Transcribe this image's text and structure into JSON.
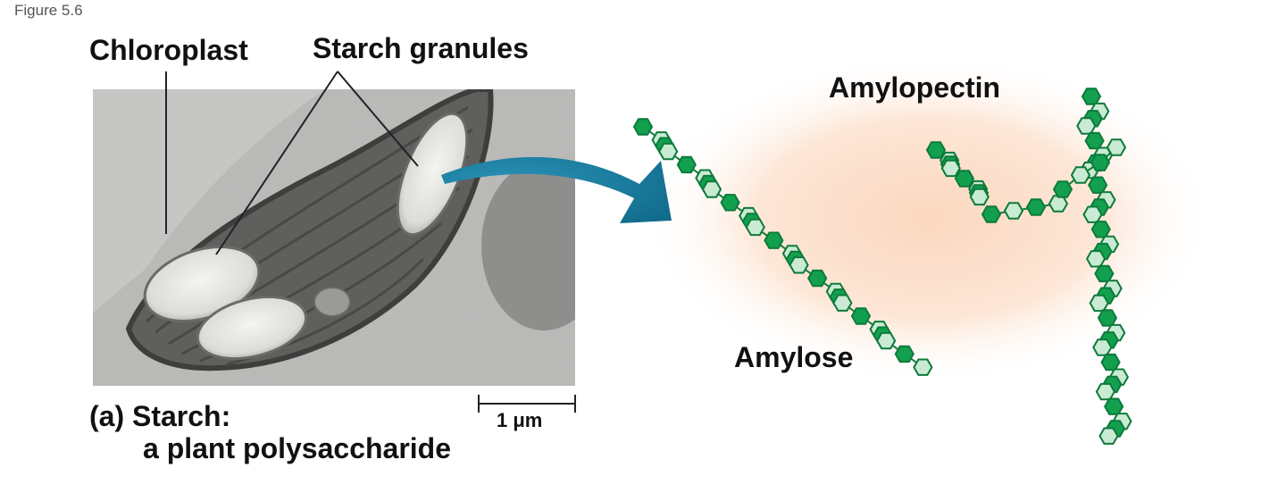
{
  "figure_label": "Figure 5.6",
  "labels": {
    "chloroplast": "Chloroplast",
    "starch_granules": "Starch granules",
    "amylopectin": "Amylopectin",
    "amylose": "Amylose"
  },
  "caption": {
    "line1": "(a) Starch:",
    "line2": "a plant polysaccharide"
  },
  "scale_bar": {
    "label": "1 μm"
  },
  "colors": {
    "arrow": "#1a7ea0",
    "glucose_dark": "#12a04f",
    "glucose_light": "#c9ead3",
    "glow": "#fbd7bf"
  }
}
